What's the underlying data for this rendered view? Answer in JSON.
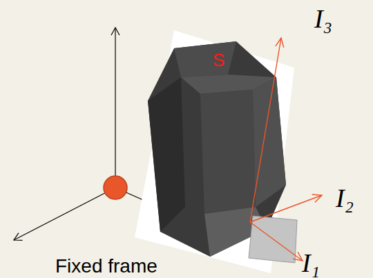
{
  "diagram": {
    "labels": [
      "I₃",
      "I₂",
      "I₁",
      "S",
      "Fixed frame"
    ]
  }
}
